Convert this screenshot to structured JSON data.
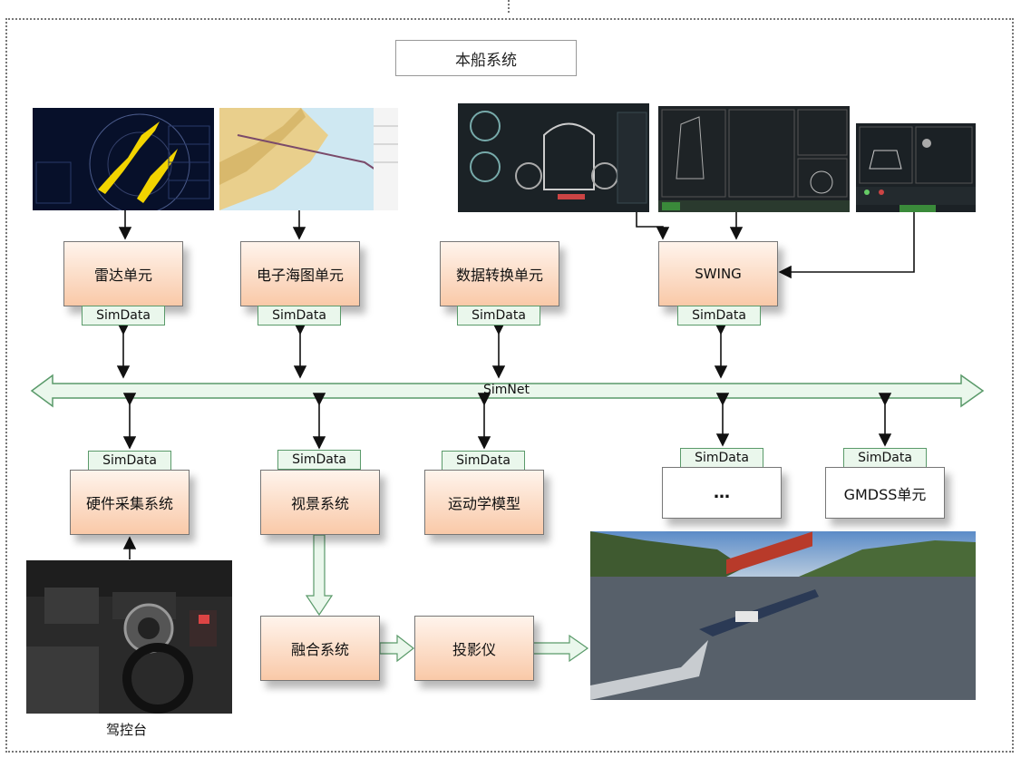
{
  "title": "本船系统",
  "bus_label": "SimNet",
  "simdata_label": "SimData",
  "upper_units": {
    "radar": "雷达单元",
    "ecdis": "电子海图单元",
    "data_conv": "数据转换单元",
    "swing": "SWING"
  },
  "lower_units": {
    "hardware": "硬件采集系统",
    "visual": "视景系统",
    "kinematics": "运动学模型",
    "more": "…",
    "gmdss": "GMDSS单元"
  },
  "fusion": "融合系统",
  "projector": "投影仪",
  "console_caption": "驾控台",
  "colors": {
    "unit_fill_top": "#fff4ec",
    "unit_fill_bottom": "#f9c9a8",
    "simdata_fill": "#eaf7ec",
    "bus_fill": "#eaf7ec",
    "bus_stroke": "#5a9a6a"
  }
}
